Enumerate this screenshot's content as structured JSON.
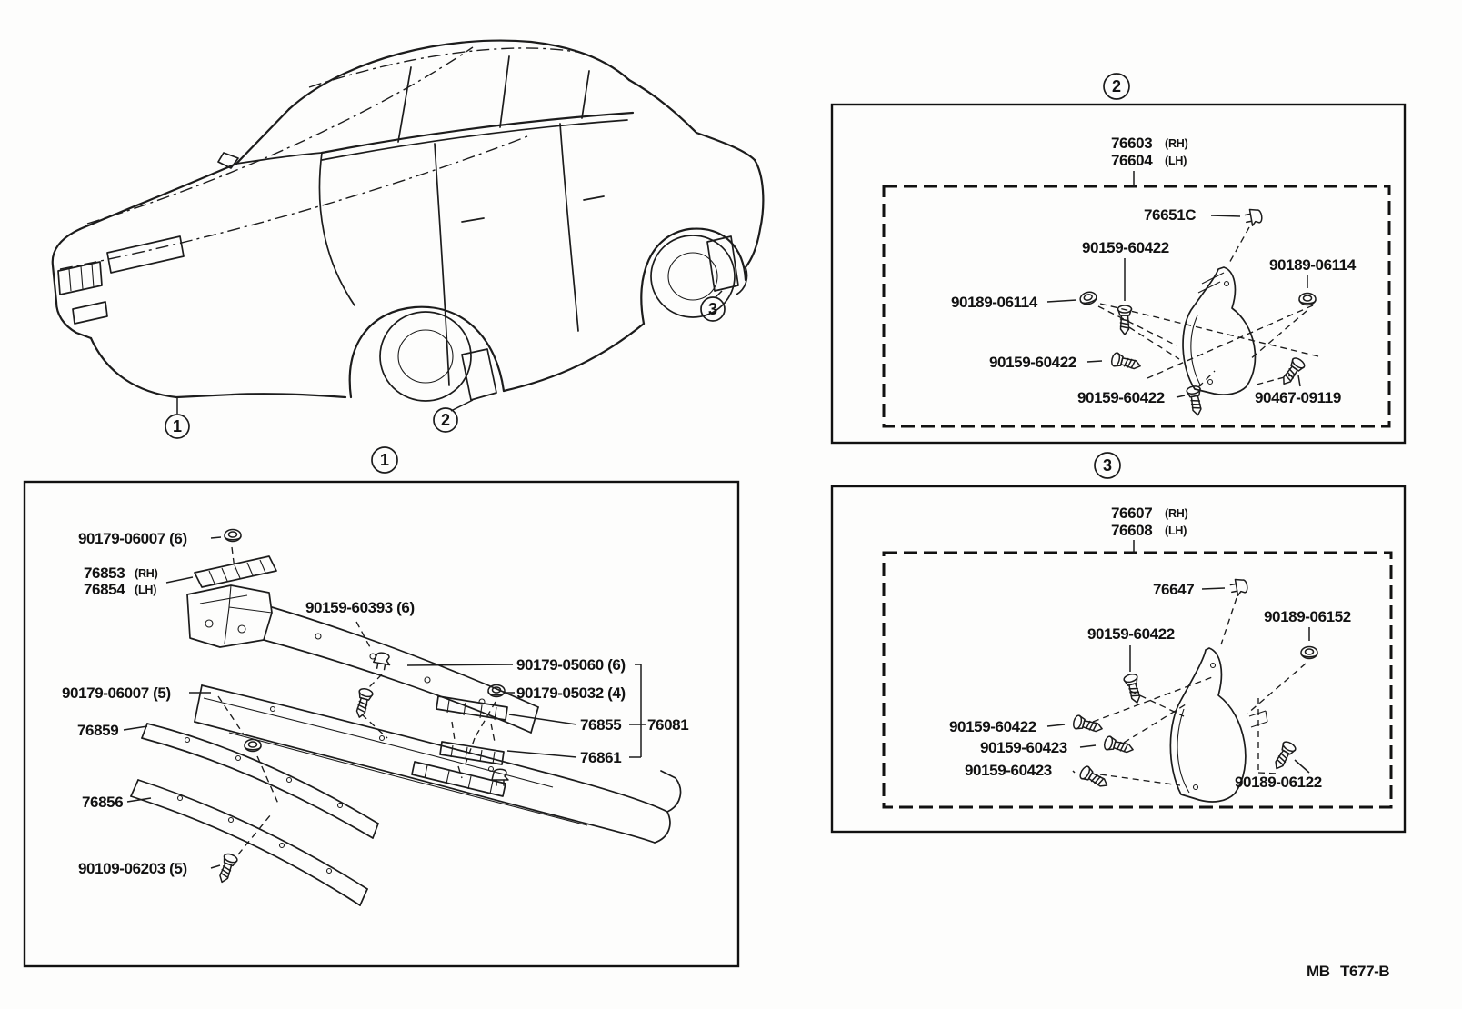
{
  "page": {
    "footer_left": "MB",
    "footer_right": "T677-B"
  },
  "callouts": {
    "one": "1",
    "two": "2",
    "three": "3"
  },
  "box1": {
    "labels": {
      "nut_top": "90179-06007 (6)",
      "pad_rh": "76853",
      "pad_rh_side": "(RH)",
      "pad_lh": "76854",
      "pad_lh_side": "(LH)",
      "screw_grommet": "90159-60393 (6)",
      "retainer_clip": "90179-05060 (6)",
      "nut_mid": "90179-05032 (4)",
      "nut_left": "90179-06007 (5)",
      "strip_upper": "76859",
      "retainer_upper": "76855",
      "spoiler_assy": "76081",
      "retainer_lower": "76861",
      "strip_lower": "76856",
      "screw_bottom": "90109-06203 (5)"
    }
  },
  "box2": {
    "labels": {
      "mudguard_rh": "76603",
      "mudguard_rh_side": "(RH)",
      "mudguard_lh": "76604",
      "mudguard_lh_side": "(LH)",
      "grommet": "76651C",
      "screw_top": "90159-60422",
      "nut_right": "90189-06114",
      "clip_left": "90189-06114",
      "screw_mid": "90159-60422",
      "screw_bottom": "90159-60422",
      "screw_side": "90467-09119"
    }
  },
  "box3": {
    "labels": {
      "mudguard_rh": "76607",
      "mudguard_rh_side": "(RH)",
      "mudguard_lh": "76608",
      "mudguard_lh_side": "(LH)",
      "grommet": "76647",
      "nut_right": "90189-06152",
      "screw_top": "90159-60422",
      "screw_left": "90159-60422",
      "screw_mid": "90159-60423",
      "screw_bottom": "90159-60423",
      "grommet_bottom": "90189-06122"
    }
  }
}
